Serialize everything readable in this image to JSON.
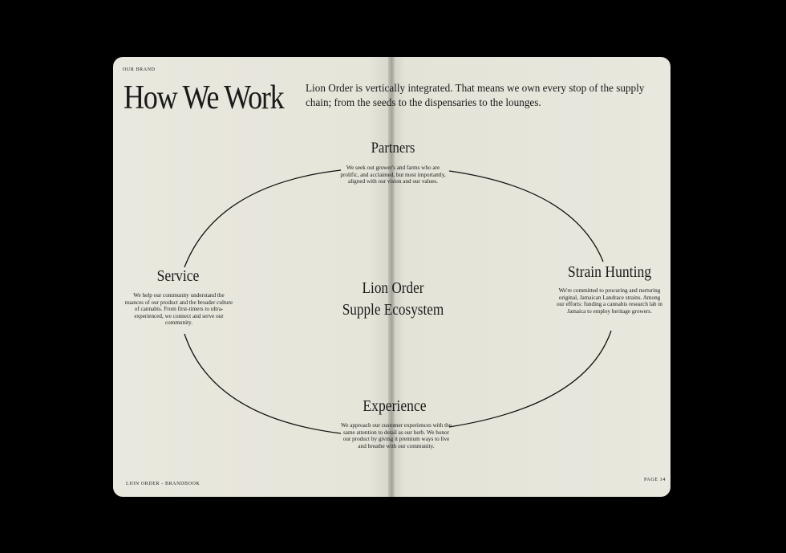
{
  "header": {
    "section_label": "OUR BRAND",
    "title": "How We Work",
    "intro": "Lion Order is vertically integrated. That means we own every stop of the supply chain; from the seeds to the dispensaries to the lounges."
  },
  "center": {
    "label": "Lion Order\nSupple Ecosystem"
  },
  "nodes": {
    "partners": {
      "title": "Partners",
      "body": "We seek out grower's and farms who are prolific, and acclaimed, but most importantly, aligned with our vision and our values."
    },
    "strain_hunting": {
      "title": "Strain Hunting",
      "body": "We're committed to procuring and nurturing original, Jamaican Landrace strains. Among our efforts: funding a cannabis research lab in Jamaica to employ heritage growers."
    },
    "experience": {
      "title": "Experience",
      "body": "We approach our customer experiences with the same attention to detail as our herb. We honor our product by giving it premium ways to live and breathe with our community."
    },
    "service": {
      "title": "Service",
      "body": "We help our community understand the nuances of our product and the broader culture of cannabis. From first-timers to ultra-experienced, we connect and serve our community."
    }
  },
  "footer": {
    "left": "LION ORDER - BRANDBOOK",
    "right": "PAGE 14"
  }
}
